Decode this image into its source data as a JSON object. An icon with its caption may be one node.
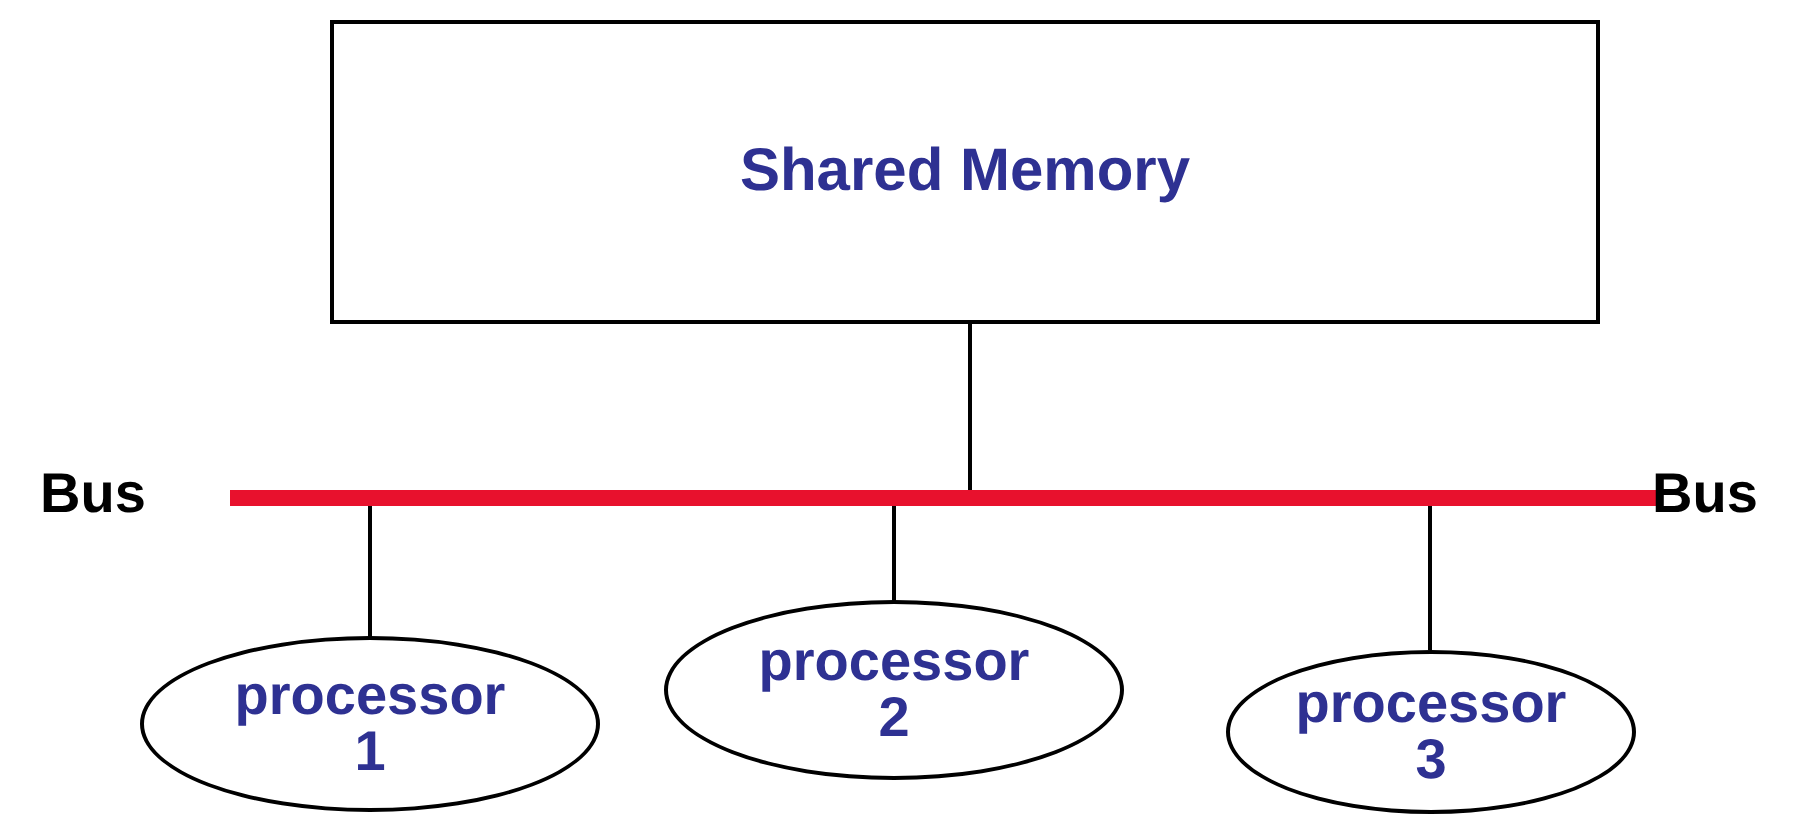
{
  "diagram": {
    "nodes": [
      {
        "text": [
          "Shared Memory"
        ]
      },
      {
        "text": [],
        "shape": "bar",
        "beside": [
          "Bus",
          "Bus"
        ]
      },
      {
        "text": [
          "processor 1"
        ]
      },
      {
        "text": [
          "processor 2"
        ]
      },
      {
        "text": [
          "processor 3"
        ]
      }
    ],
    "edges": [
      {
        "from": 0,
        "to": 1,
        "arrow": "none"
      },
      {
        "from": 1,
        "to": 2,
        "arrow": "none"
      },
      {
        "from": 1,
        "to": 3,
        "arrow": "none"
      },
      {
        "from": 1,
        "to": 4,
        "arrow": "none"
      }
    ]
  }
}
